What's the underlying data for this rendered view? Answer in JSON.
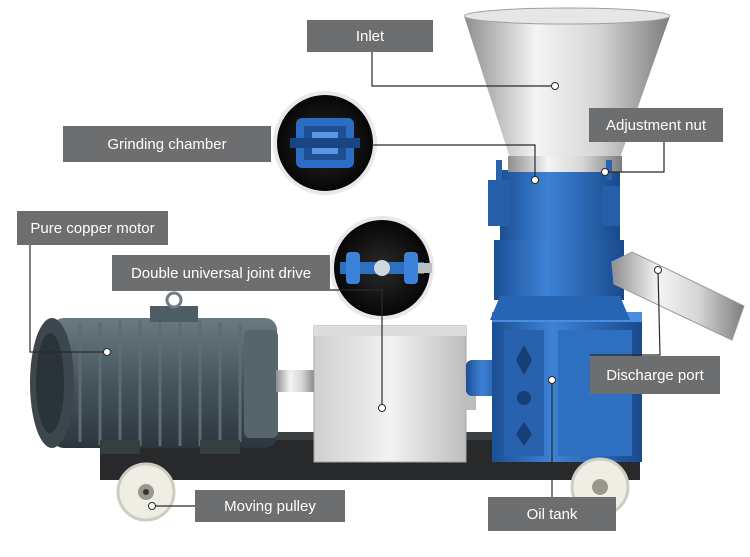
{
  "labels": {
    "inlet": "Inlet",
    "grinding_chamber": "Grinding chamber",
    "adjustment_nut": "Adjustment nut",
    "pure_copper_motor": "Pure copper motor",
    "double_universal_joint_drive": "Double universal joint drive",
    "discharge_port": "Discharge port",
    "moving_pulley": "Moving pulley",
    "oil_tank": "Oil tank"
  },
  "colors": {
    "callout_bg": "#6d6e70",
    "machine_blue": "#2d6fc0",
    "motor_gray": "#4b5a62",
    "steel": "#c9c9c9"
  }
}
